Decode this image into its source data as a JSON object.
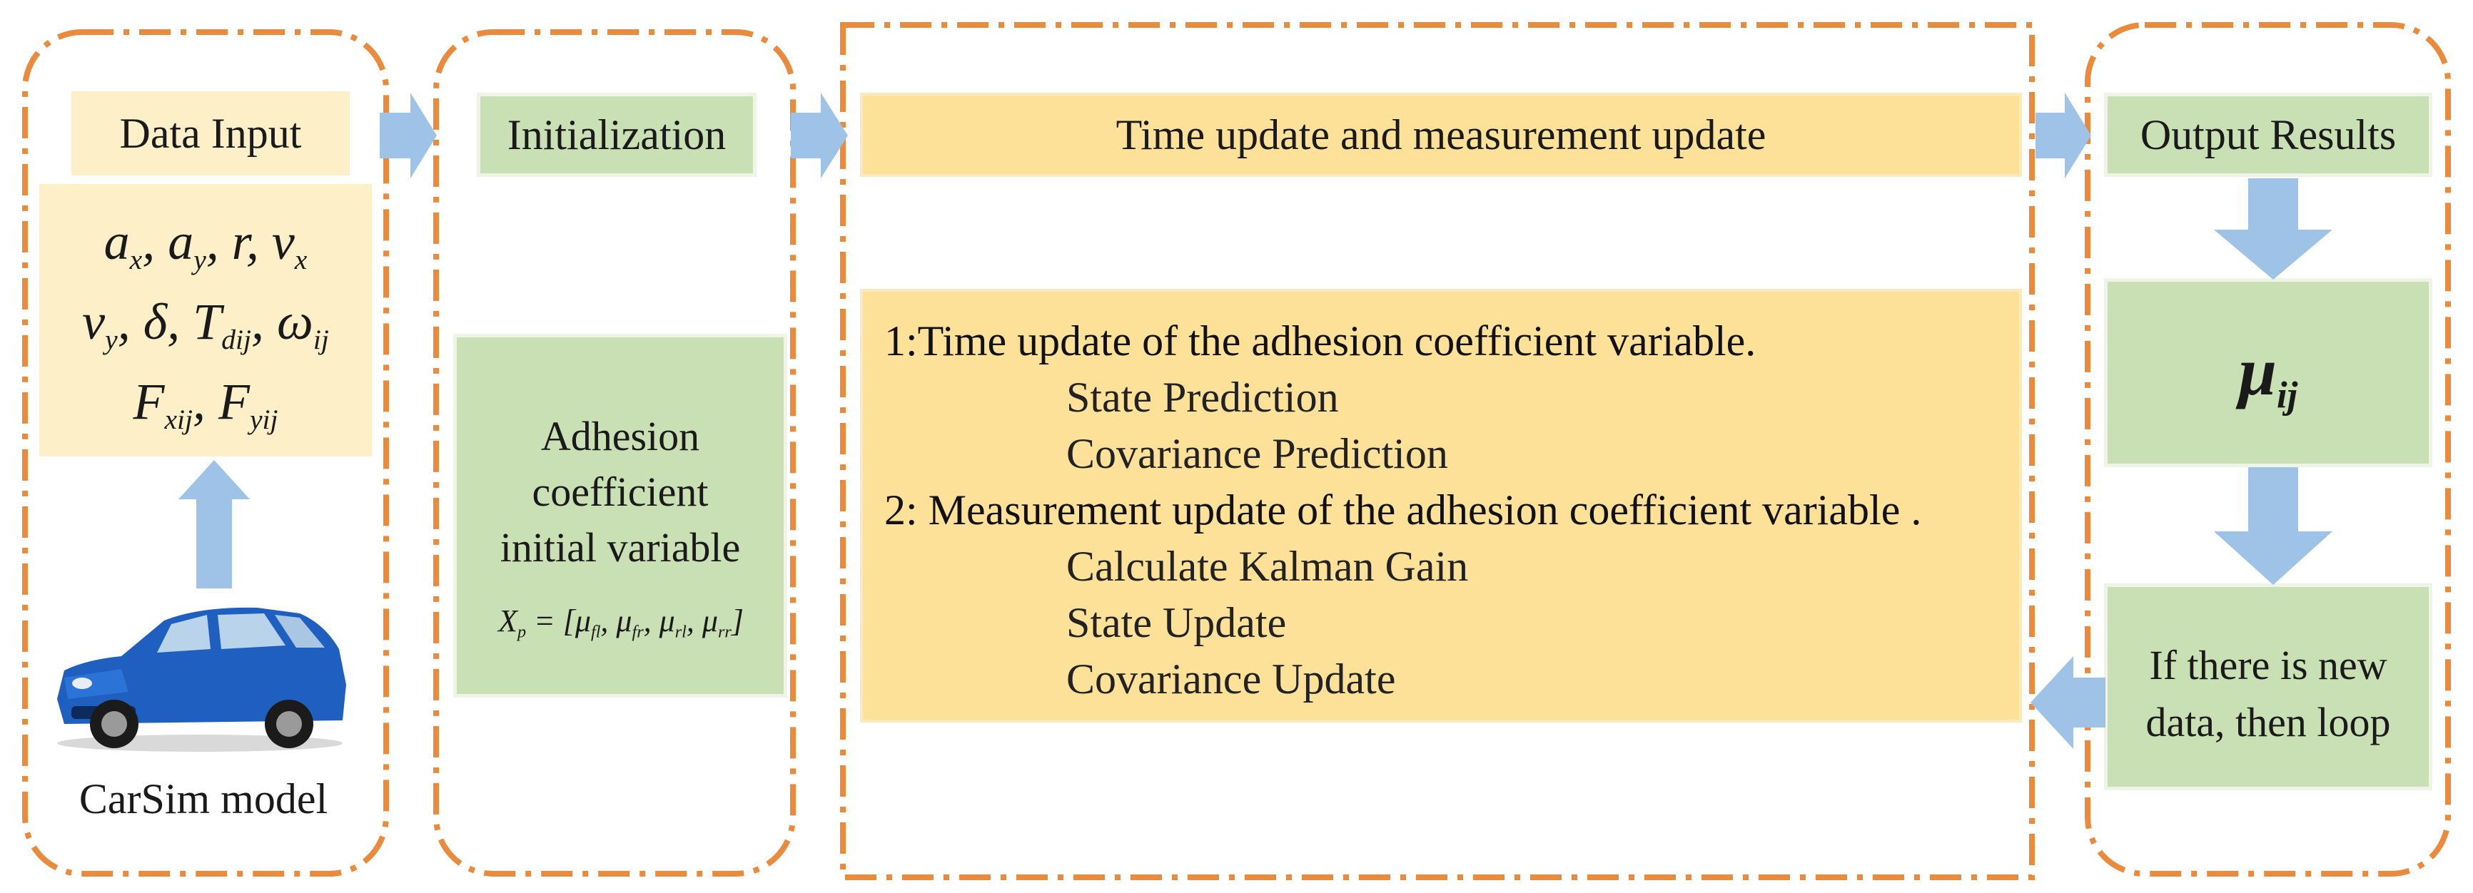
{
  "colors": {
    "dash_border": "#ea8a3c",
    "arrow": "#9ec3e6",
    "yellow": "#fde8a5",
    "green": "#c9e0b4"
  },
  "input_stage": {
    "title": "Data Input",
    "variables": {
      "row1": [
        "a",
        "x",
        "a",
        "y",
        "r",
        "v",
        "x"
      ],
      "row2": [
        "v",
        "y",
        "δ",
        "T",
        "dij",
        "ω",
        "ij"
      ],
      "row3": [
        "F",
        "xij",
        "F",
        "yij"
      ]
    },
    "car_caption": "CarSim model",
    "car_icon": "car-image"
  },
  "init_stage": {
    "title": "Initialization",
    "box_text": [
      "Adhesion",
      "coefficient",
      "initial variable"
    ],
    "formula": {
      "lhs": "X",
      "lhs_sub": "p",
      "terms": [
        [
          "μ",
          "fl"
        ],
        [
          "μ",
          "fr"
        ],
        [
          "μ",
          "rl"
        ],
        [
          "μ",
          "rr"
        ]
      ]
    }
  },
  "update_stage": {
    "title": "Time update and measurement update",
    "lines": [
      {
        "text": "1:Time update of the adhesion coefficient variable.",
        "indent": false
      },
      {
        "text": "State Prediction",
        "indent": true
      },
      {
        "text": "Covariance Prediction",
        "indent": true
      },
      {
        "text": "2: Measurement update of the adhesion coefficient variable .",
        "indent": false
      },
      {
        "text": "Calculate Kalman Gain",
        "indent": true
      },
      {
        "text": "State Update",
        "indent": true
      },
      {
        "text": "Covariance Update",
        "indent": true
      }
    ]
  },
  "output_stage": {
    "title": "Output Results",
    "result_symbol": "μ",
    "result_sub": "ij",
    "loop_text": [
      "If there is new",
      "data, then loop"
    ]
  },
  "arrow_icon": "block-arrow-icon"
}
